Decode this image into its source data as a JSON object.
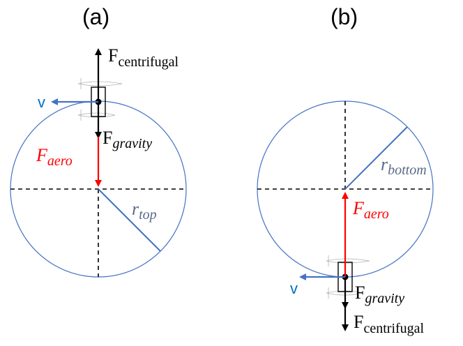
{
  "colors": {
    "circle": "#4472c4",
    "axes": "#000000",
    "aero": "#ff0000",
    "velocity": "#4472c4",
    "velocity_text": "#0070c0",
    "radius_text": "#5a6a8a",
    "aircraft_outline": "#b0b0b0"
  },
  "panels": {
    "a": {
      "label": "(a)",
      "velocity_label": "v",
      "centrifugal": {
        "main": "F",
        "sub": "centrifugal"
      },
      "gravity": {
        "main": "F",
        "sub": "gravity"
      },
      "aero": {
        "main": "F",
        "sub": "aero"
      },
      "radius": {
        "main": "r",
        "sub": "top"
      }
    },
    "b": {
      "label": "(b)",
      "velocity_label": "v",
      "centrifugal": {
        "main": "F",
        "sub": "centrifugal"
      },
      "gravity": {
        "main": "F",
        "sub": "gravity"
      },
      "aero": {
        "main": "F",
        "sub": "aero"
      },
      "radius": {
        "main": "r",
        "sub": "bottom"
      }
    }
  }
}
